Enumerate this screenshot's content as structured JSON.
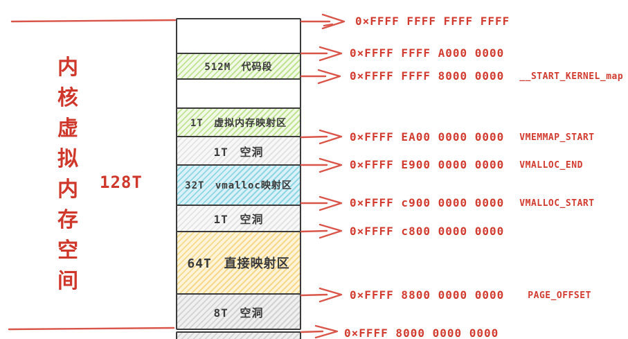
{
  "figure": {
    "title": "内核虚拟内存空间",
    "title_chars": [
      "内",
      "核",
      "虚",
      "拟",
      "内",
      "存",
      "空",
      "间"
    ],
    "total_size_label": "128T",
    "accent_color": "#d23b2f",
    "region_colors": {
      "code_segment": "#bfe392",
      "vmemmap": "#bfe392",
      "vmalloc": "#8fd6e4",
      "direct_mapping": "#f8d98c",
      "hole": "#d2d2d2"
    }
  },
  "regions": [
    {
      "label": "",
      "kind": "unused-top"
    },
    {
      "label": "512M 代码段",
      "kind": "code-segment"
    },
    {
      "label": "",
      "kind": "gap"
    },
    {
      "label": "1T 虚拟内存映射区",
      "kind": "virtual-memory-map"
    },
    {
      "label": "1T 空洞",
      "kind": "hole"
    },
    {
      "label": "32T vmalloc映射区",
      "kind": "vmalloc-map"
    },
    {
      "label": "1T 空洞",
      "kind": "hole"
    },
    {
      "label": "64T 直接映射区",
      "kind": "direct-map"
    },
    {
      "label": "8T 空洞",
      "kind": "hole"
    },
    {
      "label": "",
      "kind": "partial-bottom"
    }
  ],
  "addresses": [
    {
      "value": "0×FFFF FFFF FFFF FFFF",
      "tag": ""
    },
    {
      "value": "0×FFFF FFFF A000 0000",
      "tag": ""
    },
    {
      "value": "0×FFFF FFFF 8000 0000",
      "tag": "__START_KERNEL_map"
    },
    {
      "value": "0×FFFF EA00 0000 0000",
      "tag": "VMEMMAP_START"
    },
    {
      "value": "0×FFFF E900 0000 0000",
      "tag": "VMALLOC_END"
    },
    {
      "value": "0×FFFF c900 0000 0000",
      "tag": "VMALLOC_START"
    },
    {
      "value": "0×FFFF c800 0000 0000",
      "tag": ""
    },
    {
      "value": "0×FFFF 8800 0000 0000",
      "tag": "PAGE_OFFSET"
    },
    {
      "value": "0×FFFF 8000 0000 0000",
      "tag": ""
    }
  ]
}
